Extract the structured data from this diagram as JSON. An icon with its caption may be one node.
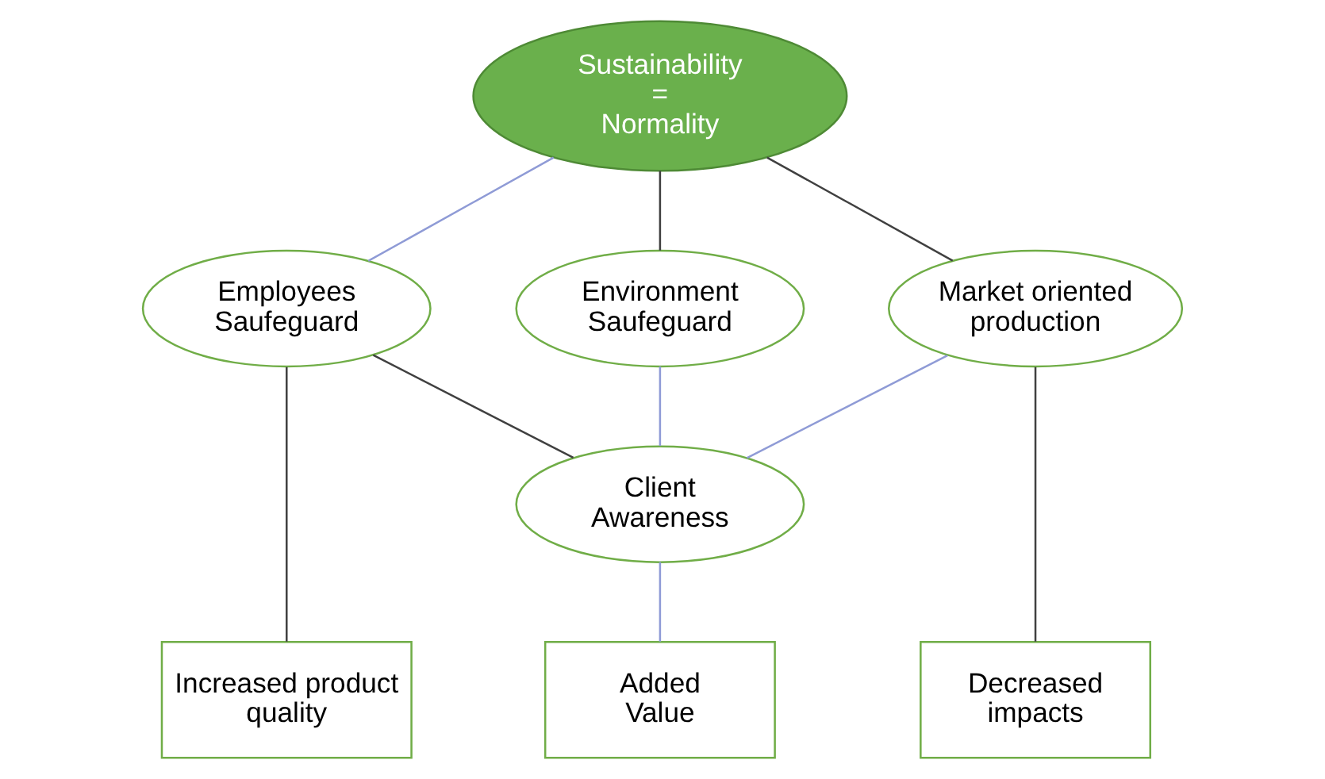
{
  "diagram": {
    "nodes": [
      {
        "text": [
          "Sustainability = Normality"
        ]
      },
      {
        "text": [
          "Environment Saufeguard"
        ]
      },
      {
        "text": [
          "Employees Saufeguard"
        ]
      },
      {
        "text": [
          "Market oriented production"
        ]
      },
      {
        "text": [
          "Client Awareness"
        ]
      },
      {
        "text": [
          "Increased product quality"
        ]
      },
      {
        "text": [
          "Added Value"
        ]
      },
      {
        "text": [
          "Decreased impacts"
        ]
      }
    ],
    "edges": [
      {
        "from": 0,
        "to": 2,
        "arrow": "none",
        "color": "#8f9bd6"
      },
      {
        "from": 0,
        "to": 1,
        "arrow": "none"
      },
      {
        "from": 0,
        "to": 3,
        "arrow": "none"
      },
      {
        "from": 1,
        "to": 4,
        "arrow": "none",
        "color": "#8f9bd6"
      },
      {
        "from": 2,
        "to": 4,
        "arrow": "none"
      },
      {
        "from": 3,
        "to": 4,
        "arrow": "none",
        "color": "#8f9bd6"
      },
      {
        "from": 2,
        "to": 5,
        "arrow": "none"
      },
      {
        "from": 4,
        "to": 6,
        "arrow": "none",
        "color": "#8f9bd6"
      },
      {
        "from": 3,
        "to": 7,
        "arrow": "none"
      }
    ]
  }
}
